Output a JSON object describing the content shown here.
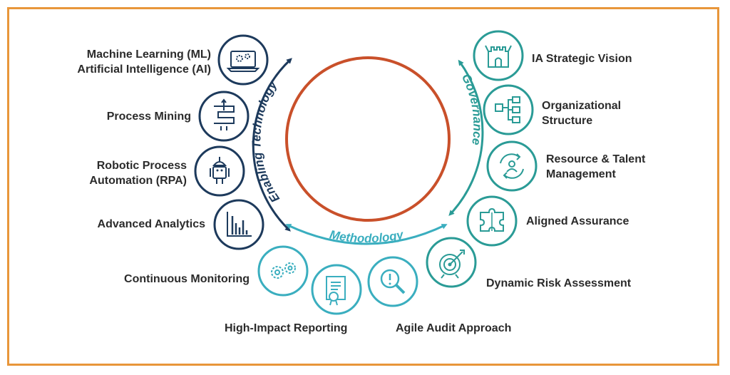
{
  "arcs": {
    "technology": "Enabling Technology",
    "governance": "Governance",
    "methodology": "Methodology"
  },
  "labels": {
    "ml": "Machine Learning (ML)\nArtificial Intelligence (AI)",
    "process_mining": "Process Mining",
    "rpa": "Robotic Process\nAutomation (RPA)",
    "analytics": "Advanced Analytics",
    "continuous_monitoring": "Continuous Monitoring",
    "reporting": "High-Impact Reporting",
    "agile": "Agile Audit Approach",
    "risk": "Dynamic Risk Assessment",
    "aligned": "Aligned Assurance",
    "resource": "Resource & Talent\nManagement",
    "org": "Organizational\nStructure",
    "vision": "IA Strategic Vision"
  },
  "colors": {
    "navy": "#1d3a5c",
    "teal": "#2a9b96",
    "light_teal": "#3aaebf",
    "ring": "#c9502a",
    "frame": "#e8963a"
  },
  "icons": {
    "ml": "laptop-gears-icon",
    "process_mining": "process-flow-icon",
    "rpa": "robot-icon",
    "analytics": "bar-chart-icon",
    "continuous_monitoring": "gears-icon",
    "reporting": "report-certificate-icon",
    "agile": "magnifier-alert-icon",
    "risk": "target-icon",
    "aligned": "puzzle-icon",
    "resource": "people-cycle-icon",
    "org": "org-chart-icon",
    "vision": "castle-icon"
  }
}
